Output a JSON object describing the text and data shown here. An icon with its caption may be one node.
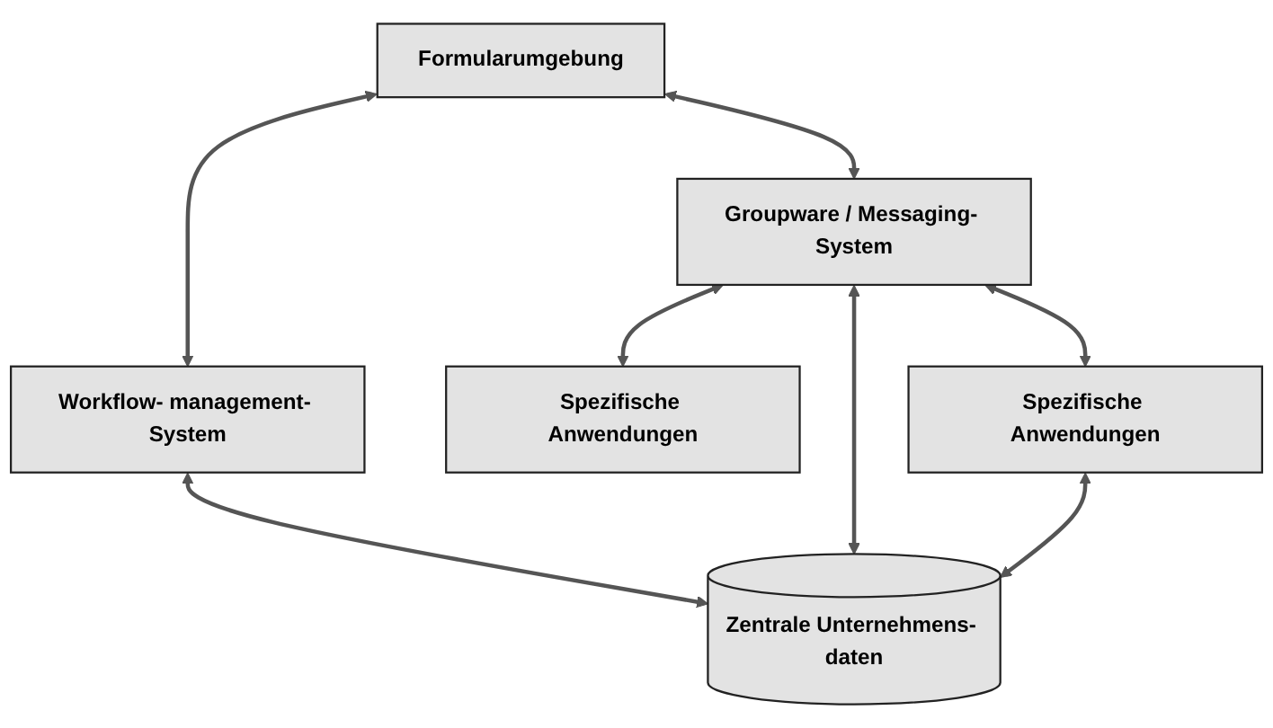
{
  "diagram": {
    "nodes": [
      {
        "text": [
          "Formularumgebung"
        ]
      },
      {
        "text": [
          "Workflow- management- System"
        ]
      },
      {
        "text": [
          "Groupware / Messaging- System"
        ]
      },
      {
        "text": [
          "Spezifische Anwendungen"
        ]
      },
      {
        "text": [
          "Spezifische Anwendungen"
        ]
      },
      {
        "text": [
          "Zentrale Unternehmens- daten"
        ]
      }
    ],
    "edges": [
      {
        "from": 0,
        "to": 2,
        "arrow": "both"
      },
      {
        "from": 0,
        "to": 1,
        "arrow": "both"
      },
      {
        "from": 2,
        "to": 3,
        "arrow": "both"
      },
      {
        "from": 2,
        "to": 4,
        "arrow": "both"
      },
      {
        "from": 1,
        "to": 5,
        "arrow": "both"
      },
      {
        "from": 2,
        "to": 5,
        "arrow": "both"
      },
      {
        "from": 4,
        "to": 5,
        "arrow": "both"
      }
    ]
  }
}
